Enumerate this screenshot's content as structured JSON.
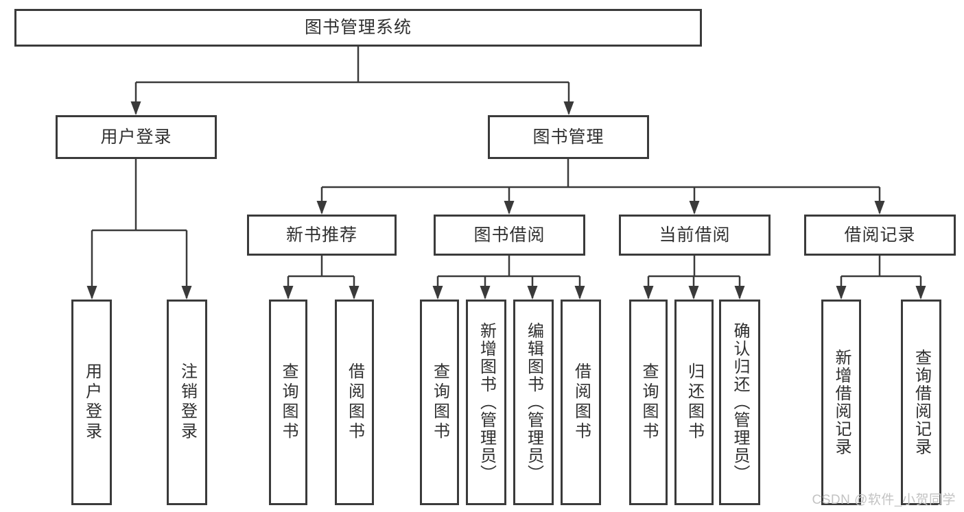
{
  "tree": {
    "root": {
      "label": "图书管理系统",
      "children": [
        {
          "label": "用户登录",
          "children": [
            {
              "label": "用户登录"
            },
            {
              "label": "注销登录"
            }
          ]
        },
        {
          "label": "图书管理",
          "children": [
            {
              "label": "新书推荐",
              "children": [
                {
                  "label": "查询图书"
                },
                {
                  "label": "借阅图书"
                }
              ]
            },
            {
              "label": "图书借阅",
              "children": [
                {
                  "label": "查询图书"
                },
                {
                  "label": "新增图书（管理员）"
                },
                {
                  "label": "编辑图书（管理员）"
                },
                {
                  "label": "借阅图书"
                }
              ]
            },
            {
              "label": "当前借阅",
              "children": [
                {
                  "label": "查询图书"
                },
                {
                  "label": "归还图书"
                },
                {
                  "label": "确认归还（管理员）"
                }
              ]
            },
            {
              "label": "借阅记录",
              "children": [
                {
                  "label": "新增借阅记录"
                },
                {
                  "label": "查询借阅记录"
                }
              ]
            }
          ]
        }
      ]
    }
  },
  "watermark": "CSDN @软件_小贺同学",
  "colors": {
    "line": "#3a3a3a",
    "box_border": "#3a3a3a",
    "text": "#303030",
    "watermark": "#c3c3c3",
    "background": "#ffffff"
  }
}
